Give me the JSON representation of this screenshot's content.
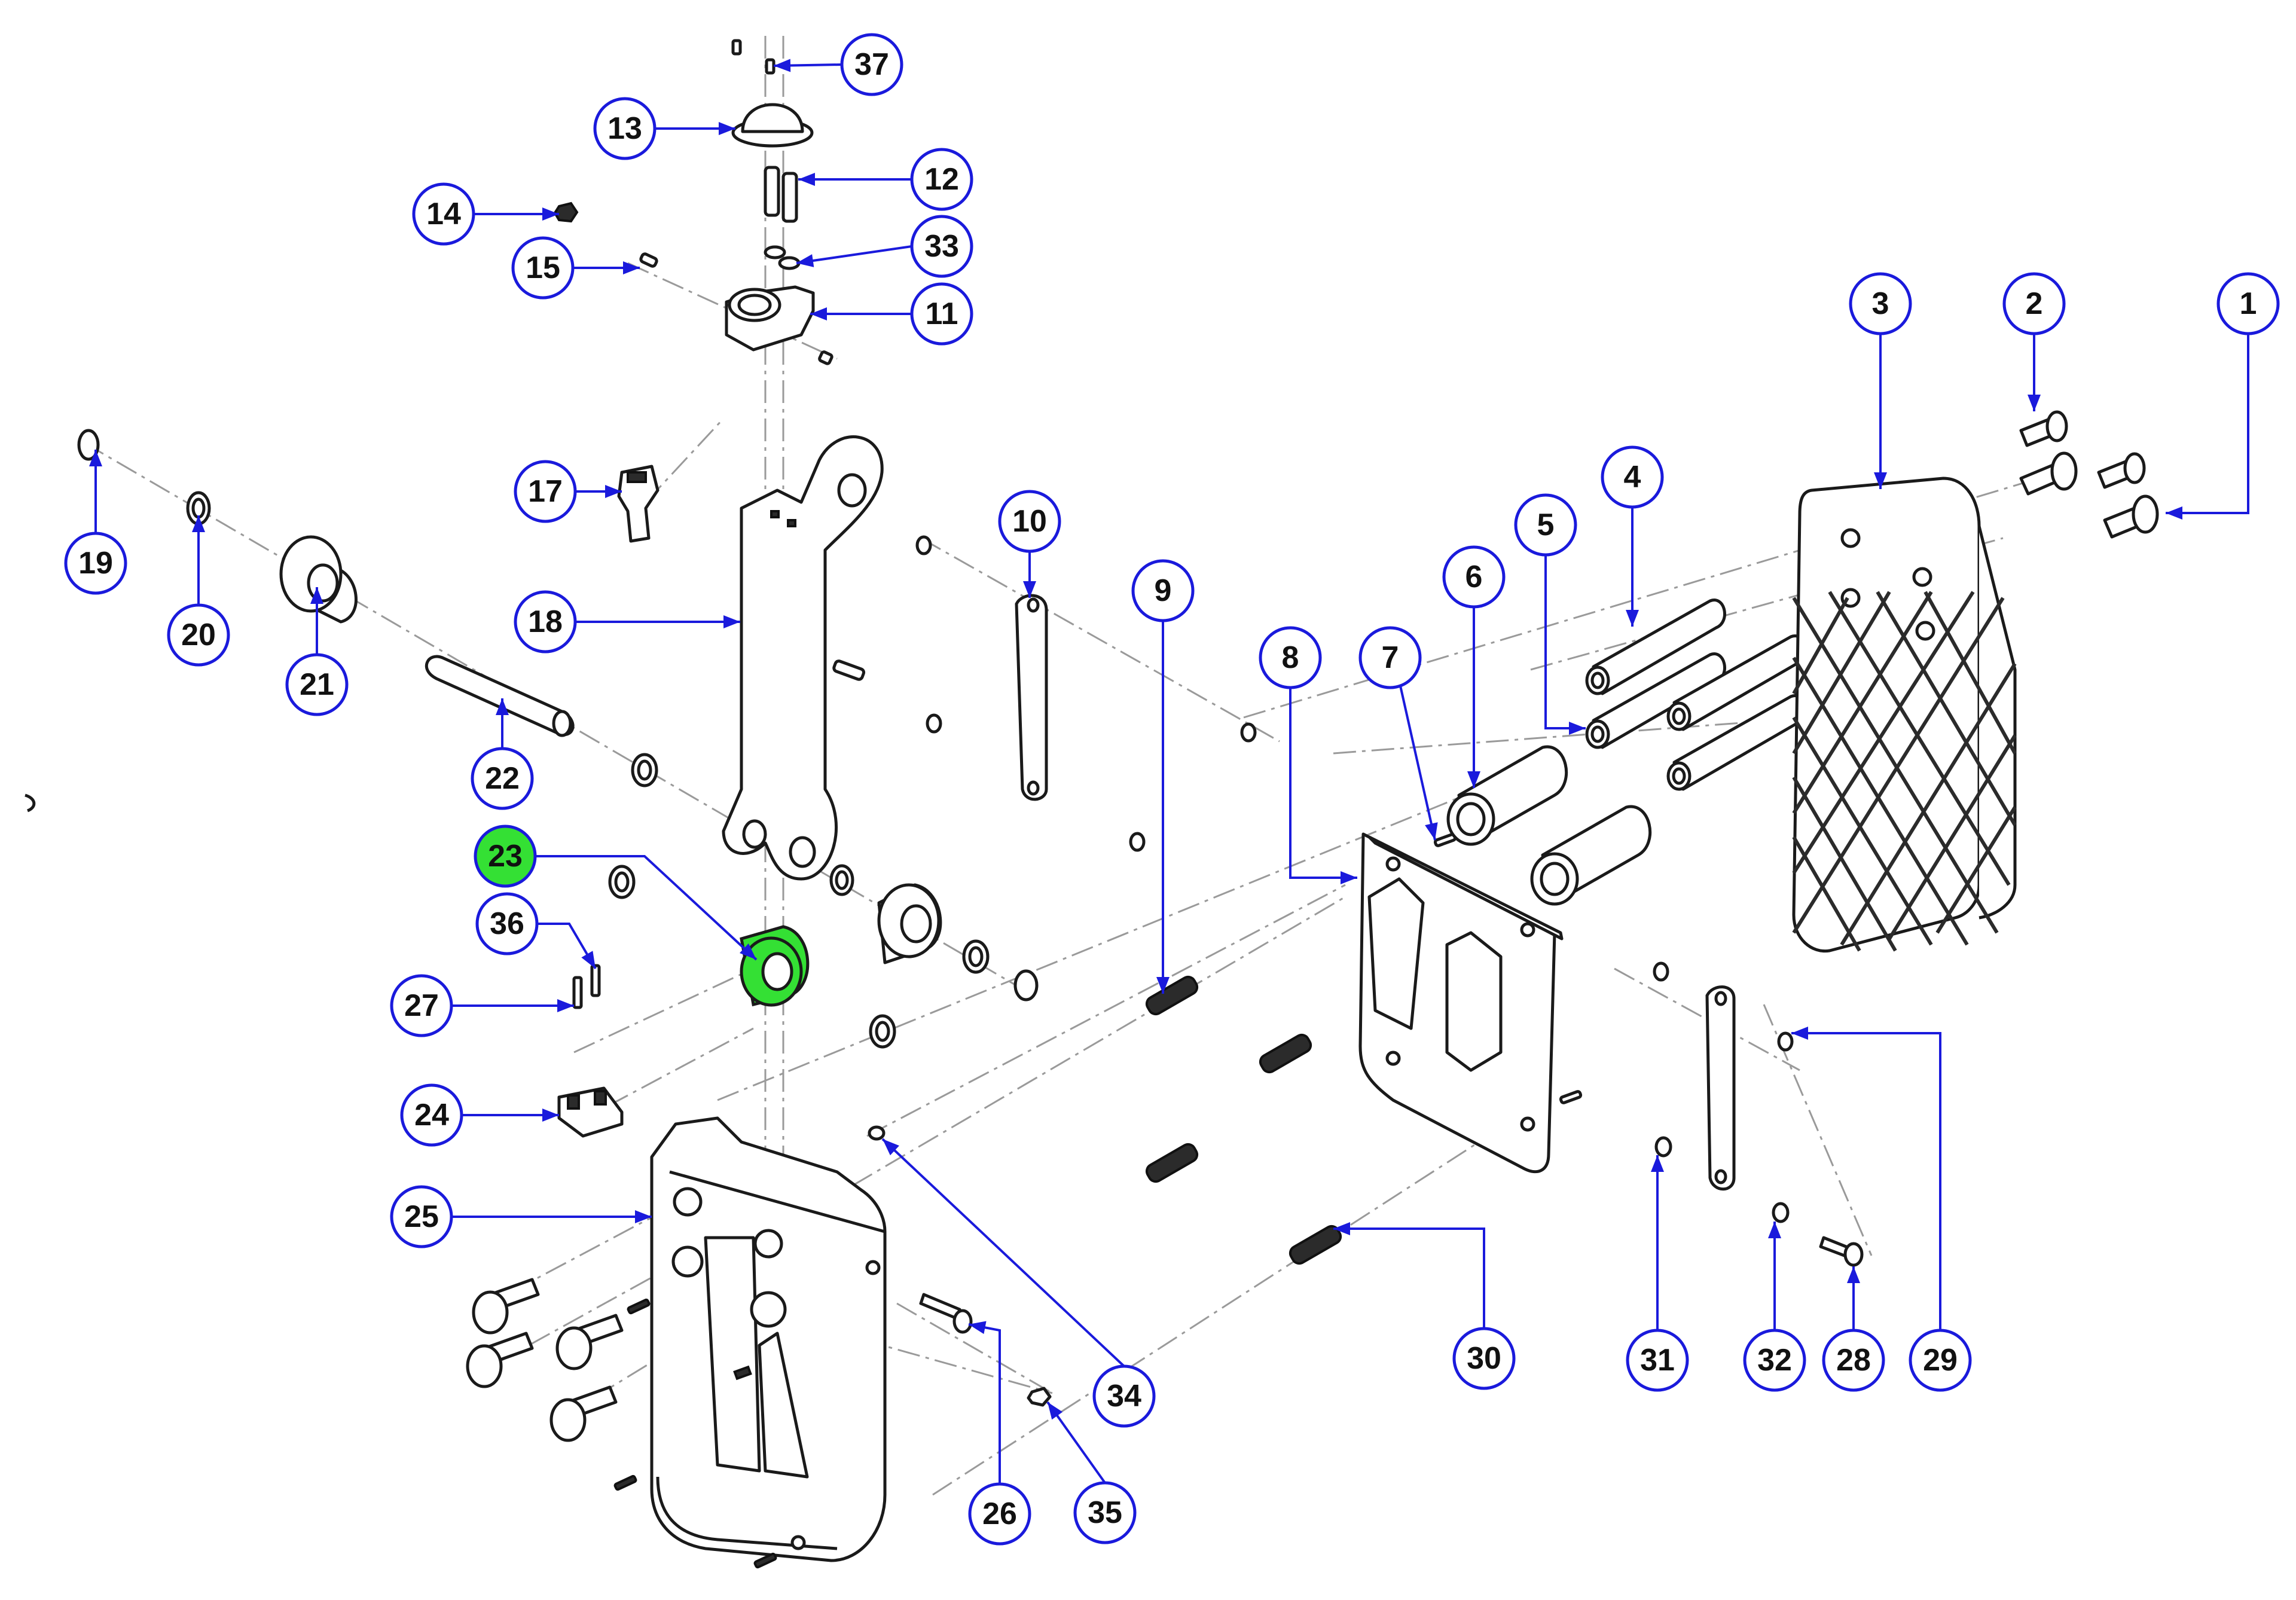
{
  "colors": {
    "leader": "#1a1adc",
    "bubble_fill": "#ffffff",
    "highlight": "#34e034",
    "line": "#1a1a1a"
  },
  "highlighted_callout": "23",
  "callouts": [
    {
      "id": "1",
      "label": "1"
    },
    {
      "id": "2",
      "label": "2"
    },
    {
      "id": "3",
      "label": "3"
    },
    {
      "id": "4",
      "label": "4"
    },
    {
      "id": "5",
      "label": "5"
    },
    {
      "id": "6",
      "label": "6"
    },
    {
      "id": "7",
      "label": "7"
    },
    {
      "id": "8",
      "label": "8"
    },
    {
      "id": "9",
      "label": "9"
    },
    {
      "id": "10",
      "label": "10"
    },
    {
      "id": "11",
      "label": "11"
    },
    {
      "id": "12",
      "label": "12"
    },
    {
      "id": "13",
      "label": "13"
    },
    {
      "id": "14",
      "label": "14"
    },
    {
      "id": "15",
      "label": "15"
    },
    {
      "id": "17",
      "label": "17"
    },
    {
      "id": "18",
      "label": "18"
    },
    {
      "id": "19",
      "label": "19"
    },
    {
      "id": "20",
      "label": "20"
    },
    {
      "id": "21",
      "label": "21"
    },
    {
      "id": "22",
      "label": "22"
    },
    {
      "id": "23",
      "label": "23"
    },
    {
      "id": "24",
      "label": "24"
    },
    {
      "id": "25",
      "label": "25"
    },
    {
      "id": "26",
      "label": "26"
    },
    {
      "id": "27",
      "label": "27"
    },
    {
      "id": "28",
      "label": "28"
    },
    {
      "id": "29",
      "label": "29"
    },
    {
      "id": "30",
      "label": "30"
    },
    {
      "id": "31",
      "label": "31"
    },
    {
      "id": "32",
      "label": "32"
    },
    {
      "id": "33",
      "label": "33"
    },
    {
      "id": "34",
      "label": "34"
    },
    {
      "id": "35",
      "label": "35"
    },
    {
      "id": "36",
      "label": "36"
    },
    {
      "id": "37",
      "label": "37"
    }
  ]
}
